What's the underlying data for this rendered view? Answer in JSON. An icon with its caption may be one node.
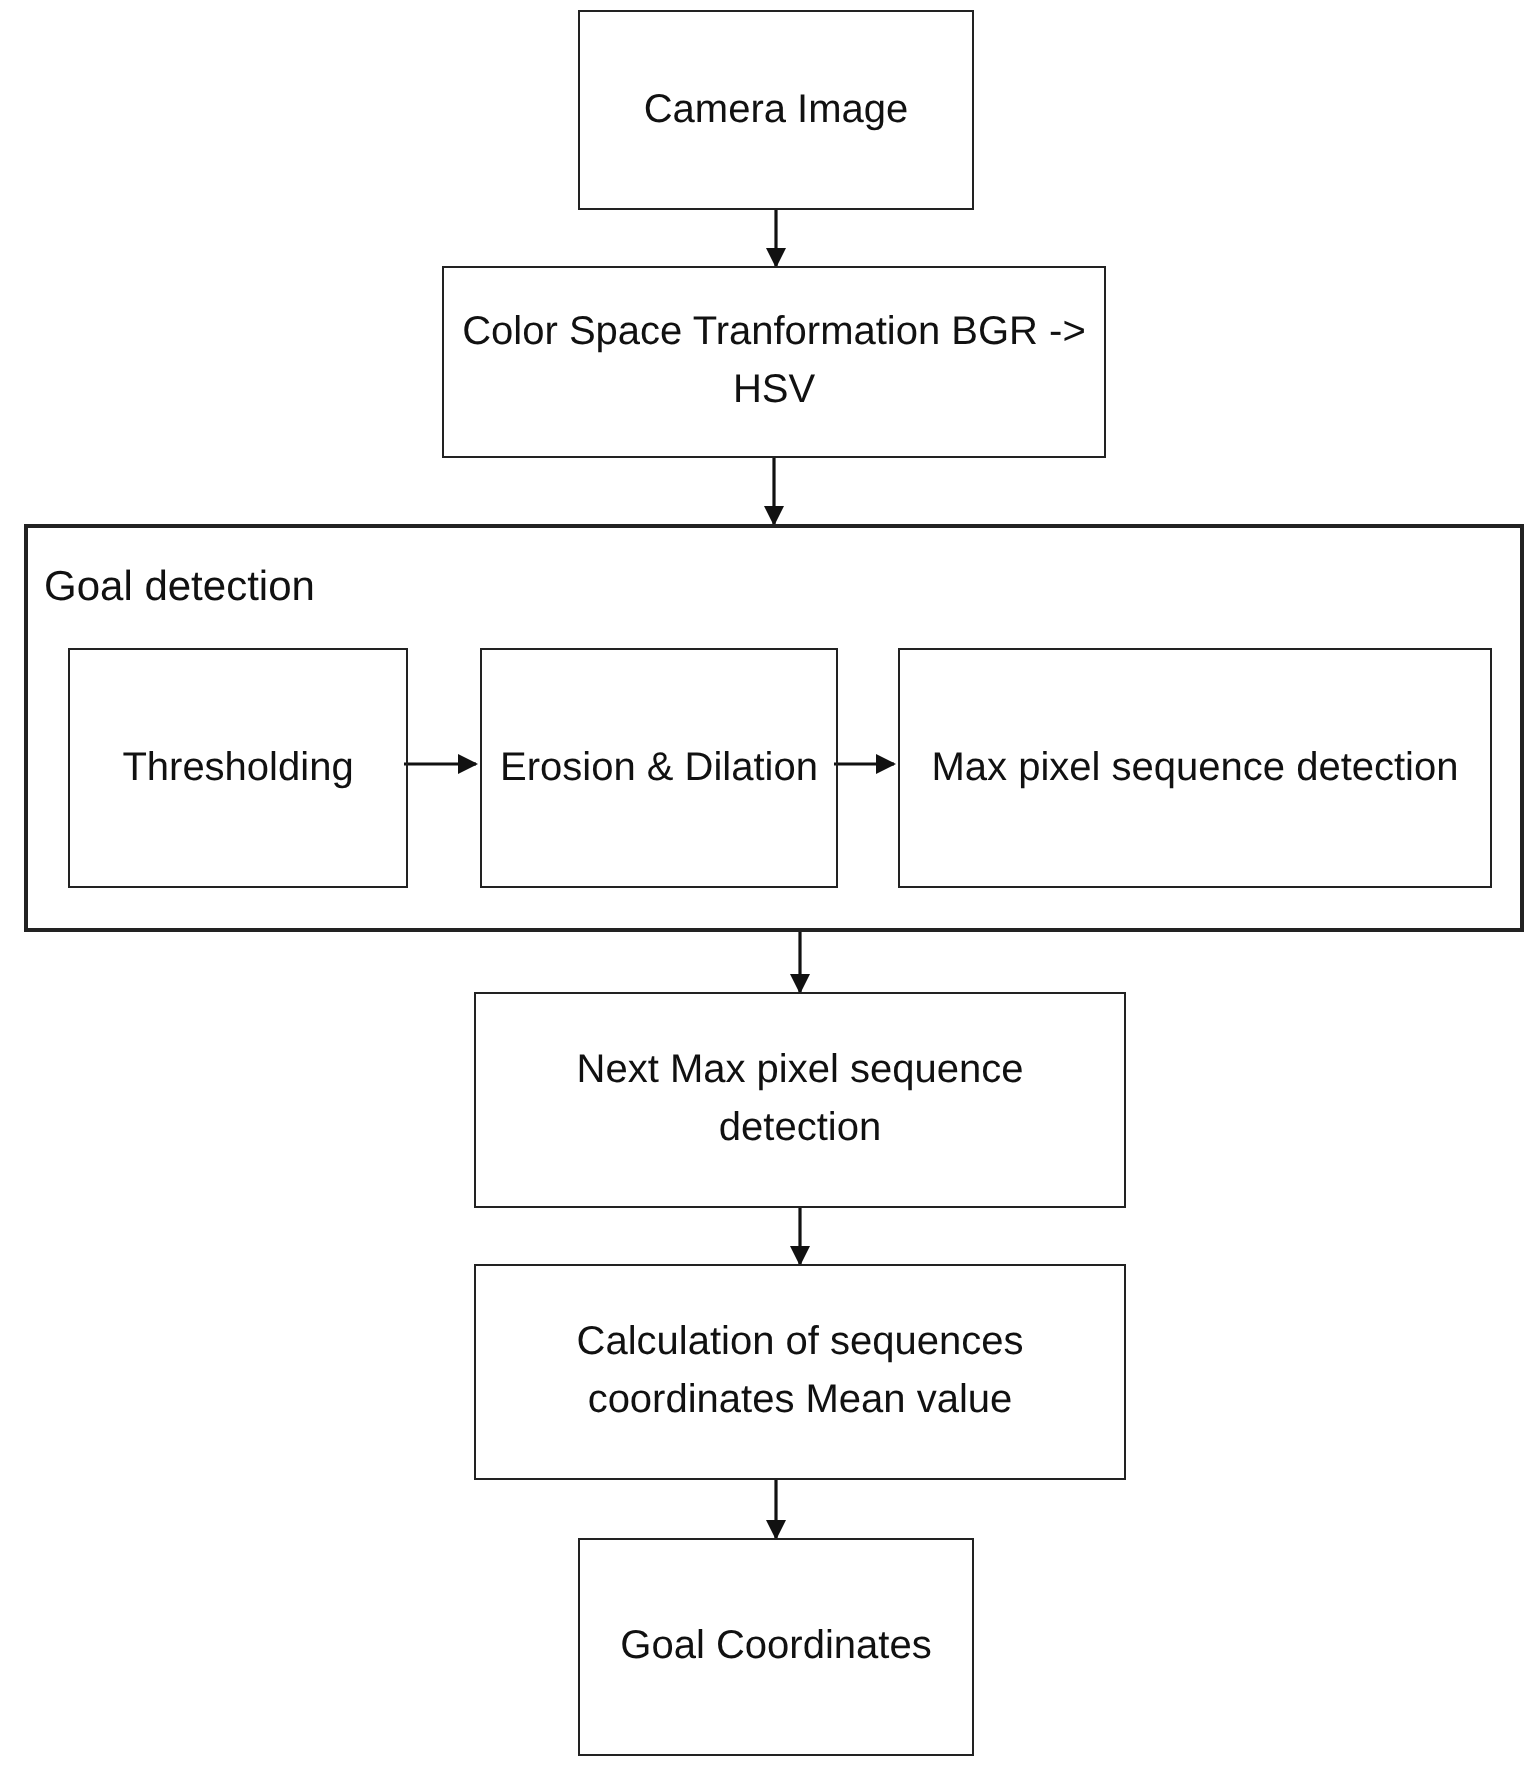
{
  "diagram": {
    "nodes": [
      {
        "text": [
          "Camera Image"
        ]
      },
      {
        "text": [
          "Color Space Tranformation BGR -> HSV"
        ]
      },
      {
        "text": [
          "Goal detection"
        ]
      },
      {
        "text": [
          "Thresholding"
        ],
        "in": 2
      },
      {
        "text": [
          "Erosion & Dilation"
        ],
        "in": 2
      },
      {
        "text": [
          "Max pixel sequence detection"
        ],
        "in": 2
      },
      {
        "text": [
          "Next Max pixel sequence detection"
        ]
      },
      {
        "text": [
          "Calculation of sequences coordinates Mean value"
        ]
      },
      {
        "text": [
          "Goal Coordinates"
        ]
      }
    ],
    "edges": [
      {
        "from": 0,
        "to": 1,
        "arrow": "to"
      },
      {
        "from": 1,
        "to": 2,
        "arrow": "to"
      },
      {
        "from": 3,
        "to": 4,
        "arrow": "to"
      },
      {
        "from": 4,
        "to": 5,
        "arrow": "to"
      },
      {
        "from": 2,
        "to": 6,
        "arrow": "to"
      },
      {
        "from": 6,
        "to": 7,
        "arrow": "to"
      },
      {
        "from": 7,
        "to": 8,
        "arrow": "to"
      }
    ]
  }
}
